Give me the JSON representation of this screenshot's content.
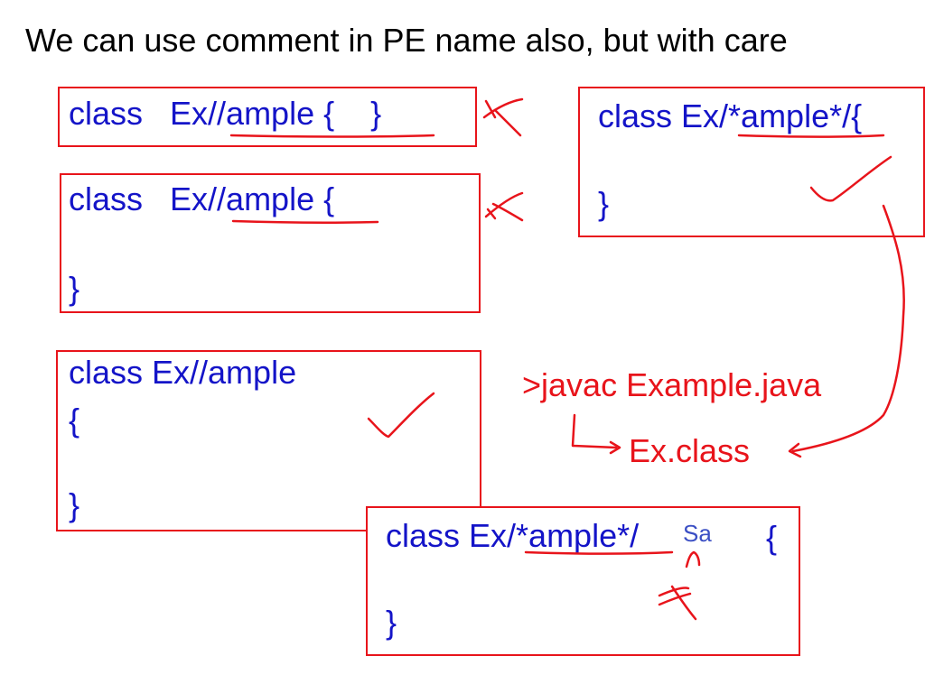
{
  "title": "We can use comment in PE name also, but with care",
  "boxes": {
    "b1": {
      "line1": "class   Ex//ample {    }"
    },
    "b2": {
      "line1": "class   Ex//ample {",
      "line2": "}"
    },
    "b3": {
      "line1": "class Ex//ample",
      "line2": "{",
      "line3": "}"
    },
    "b4": {
      "line1": "class Ex/*ample*/{",
      "line2": "}"
    },
    "b5": {
      "line1": "class Ex/*ample*/",
      "inserted": "Sa",
      "brace": "{",
      "line2": "}"
    }
  },
  "compile": {
    "command": ">javac Example.java",
    "output": "Ex.class"
  },
  "colors": {
    "code": "#1414c8",
    "annotation": "#e8141b",
    "title": "#000000"
  }
}
